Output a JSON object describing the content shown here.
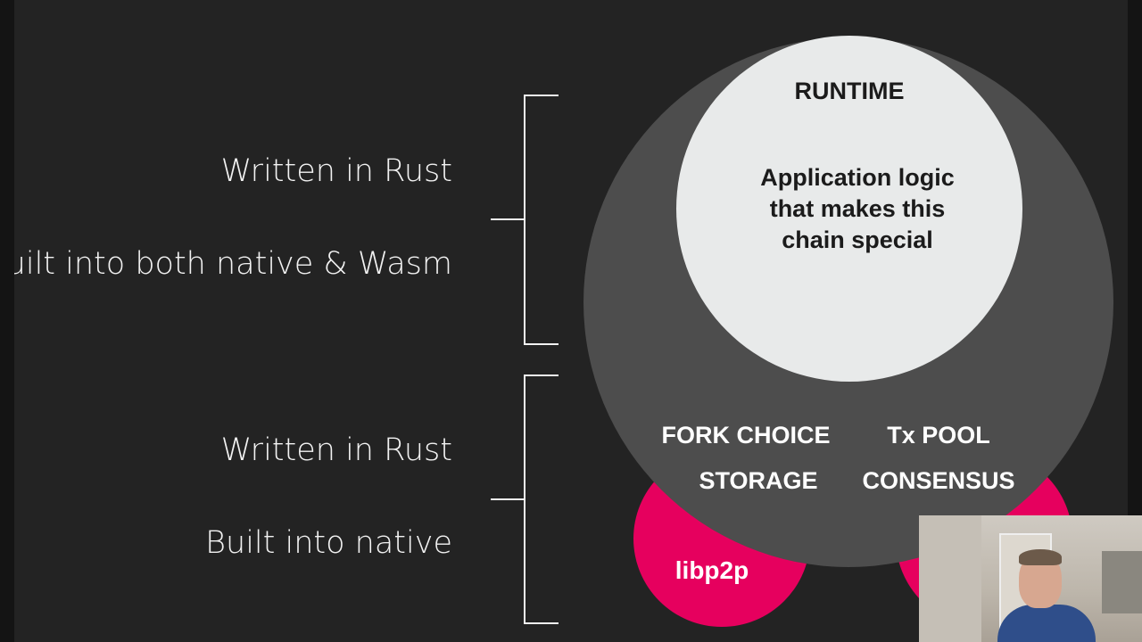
{
  "labels": {
    "top_group": {
      "line1": "Written in Rust",
      "line2": "Built into both native & Wasm"
    },
    "bottom_group": {
      "line1": "Written in Rust",
      "line2": "Built into native"
    }
  },
  "diagram": {
    "runtime_title": "RUNTIME",
    "runtime_description": "Application logic\nthat makes this\nchain special",
    "modules": [
      "FORK CHOICE",
      "Tx POOL",
      "STORAGE",
      "CONSENSUS"
    ],
    "network_label": "libp2p"
  },
  "colors": {
    "background": "#232323",
    "outer_circle": "#4d4d4d",
    "runtime_circle": "#e8eaea",
    "network_circle": "#e6005e",
    "text_light": "#f2f2f2",
    "text_dark": "#1b1b1b"
  },
  "webcam": {
    "icon": "person-video-thumbnail"
  }
}
